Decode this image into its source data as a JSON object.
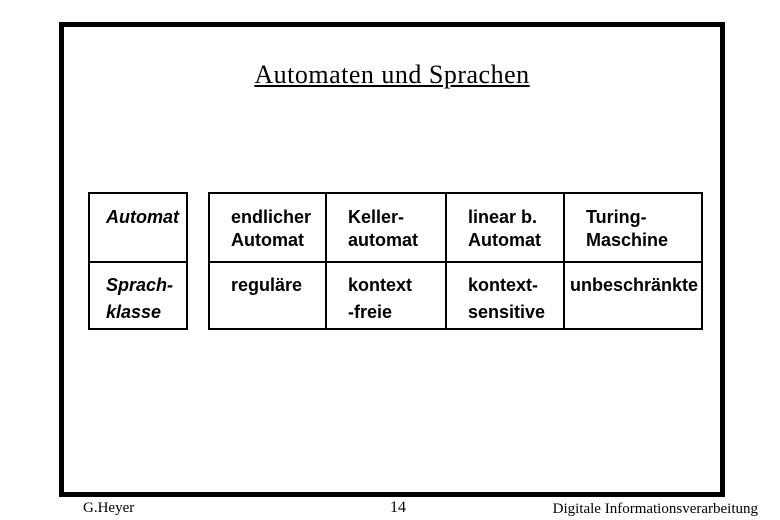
{
  "slide": {
    "title": "Automaten und Sprachen",
    "table": {
      "row_automat": [
        "Automat",
        "endlicher\nAutomat",
        "Keller-\nautomat",
        "linear b.\nAutomat",
        "Turing-\nMaschine"
      ],
      "row_sprachklasse": [
        "Sprach-\nklasse",
        "reguläre",
        "kontext\n-freie",
        "kontext-\nsensitive",
        "unbeschränkte"
      ]
    }
  },
  "footer": {
    "author": "G.Heyer",
    "page_number": "14",
    "course_title": "Digitale Informationsverarbeitung"
  },
  "colors": {
    "border": "#000000",
    "background": "#ffffff",
    "text": "#000000"
  }
}
